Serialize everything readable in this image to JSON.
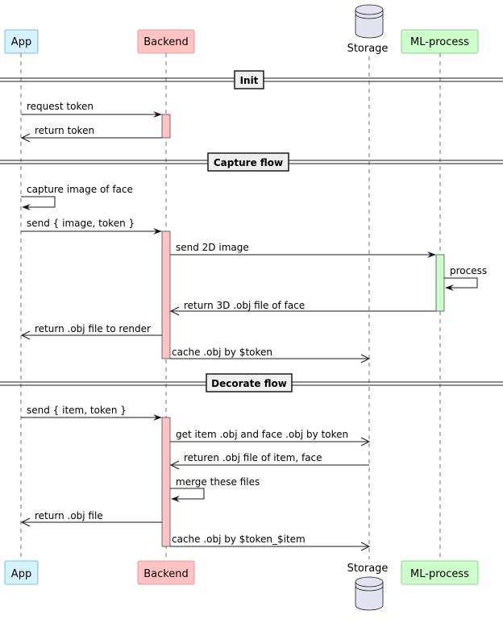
{
  "participants": [
    {
      "id": "app",
      "label": "App",
      "kind": "box",
      "fill": "#d6f2ff",
      "stroke": "#59a8d8"
    },
    {
      "id": "backend",
      "label": "Backend",
      "kind": "box",
      "fill": "#ffc3c3",
      "stroke": "#d78a8a"
    },
    {
      "id": "storage",
      "label": "Storage",
      "kind": "database",
      "fill": "#e2e2f0",
      "stroke": "#181818"
    },
    {
      "id": "ml",
      "label": "ML-process",
      "kind": "box",
      "fill": "#ccffcc",
      "stroke": "#7fbf7f"
    }
  ],
  "groups": [
    {
      "id": "init",
      "label": "Init"
    },
    {
      "id": "capture",
      "label": "Capture flow"
    },
    {
      "id": "decorate",
      "label": "Decorate flow"
    }
  ],
  "messages": [
    {
      "id": "m1",
      "label": "request token",
      "from": "app",
      "to": "backend",
      "style": "solid"
    },
    {
      "id": "m2",
      "label": "return token",
      "from": "backend",
      "to": "app",
      "style": "solid"
    },
    {
      "id": "m3",
      "label": "capture image of face",
      "from": "app",
      "to": "app",
      "style": "self"
    },
    {
      "id": "m4",
      "label": "send { image, token }",
      "from": "app",
      "to": "backend",
      "style": "solid"
    },
    {
      "id": "m5",
      "label": "send 2D image",
      "from": "backend",
      "to": "ml",
      "style": "solid"
    },
    {
      "id": "m6",
      "label": "process",
      "from": "ml",
      "to": "ml",
      "style": "self"
    },
    {
      "id": "m7",
      "label": "return 3D .obj file of face",
      "from": "ml",
      "to": "backend",
      "style": "solid"
    },
    {
      "id": "m8",
      "label": "return .obj file to render",
      "from": "backend",
      "to": "app",
      "style": "solid"
    },
    {
      "id": "m9",
      "label": "cache .obj by $token",
      "from": "backend",
      "to": "storage",
      "style": "solid"
    },
    {
      "id": "m10",
      "label": "send { item, token }",
      "from": "app",
      "to": "backend",
      "style": "solid"
    },
    {
      "id": "m11",
      "label": "get item .obj and face .obj by token",
      "from": "backend",
      "to": "storage",
      "style": "solid"
    },
    {
      "id": "m12",
      "label": "returen .obj file of item, face",
      "from": "storage",
      "to": "backend",
      "style": "solid"
    },
    {
      "id": "m13",
      "label": "merge these files",
      "from": "backend",
      "to": "backend",
      "style": "self"
    },
    {
      "id": "m14",
      "label": "return .obj file",
      "from": "backend",
      "to": "app",
      "style": "solid"
    },
    {
      "id": "m15",
      "label": "cache .obj by $token_$item",
      "from": "backend",
      "to": "storage",
      "style": "solid"
    }
  ],
  "colors": {
    "backend_activation": "#ffc3c3",
    "ml_activation": "#ccffcc",
    "group_box": "#eeeeee",
    "line": "#181818"
  }
}
